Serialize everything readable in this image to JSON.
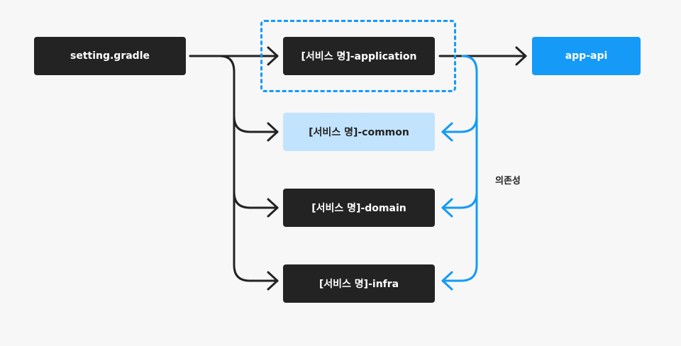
{
  "colors": {
    "dark_node": "#232323",
    "light_node": "#c2e3fd",
    "accent_blue": "#159af7",
    "background": "#f7f7f7"
  },
  "nodes": {
    "setting": "setting.gradle",
    "application": "[서비스 명]-application",
    "app_api": "app-api",
    "common": "[서비스 명]-common",
    "domain": "[서비스 명]-domain",
    "infra": "[서비스 명]-infra"
  },
  "labels": {
    "dependency": "의존성"
  }
}
